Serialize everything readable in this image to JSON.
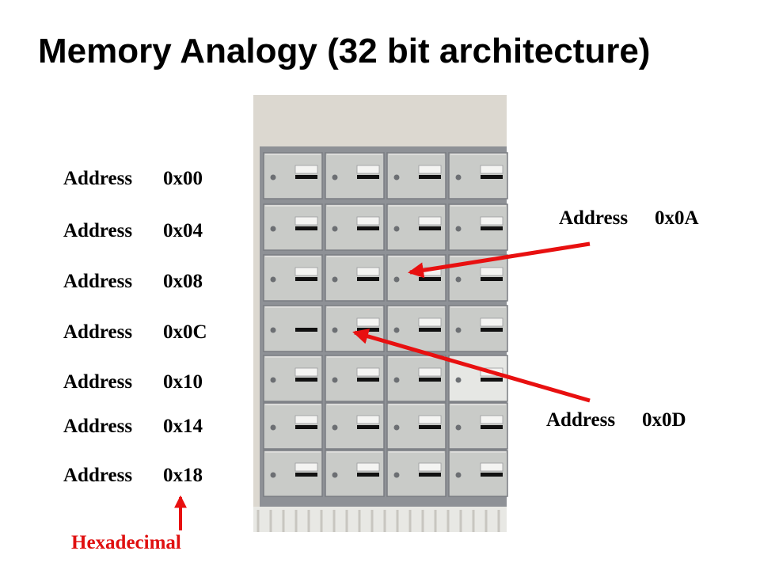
{
  "slide": {
    "title": "Memory Analogy (32 bit architecture)",
    "address_word": "Address",
    "addresses": [
      "0x00",
      "0x04",
      "0x08",
      "0x0C",
      "0x10",
      "0x14",
      "0x18"
    ],
    "callouts": {
      "upper": {
        "word": "Address",
        "value": "0x0A"
      },
      "lower": {
        "word": "Address",
        "value": "0x0D"
      }
    },
    "hex_label": "Hexadecimal"
  },
  "colors": {
    "arrow": "#e81010",
    "mailbox_door": "#c9cbc8",
    "wall": "#dcd8d0"
  }
}
